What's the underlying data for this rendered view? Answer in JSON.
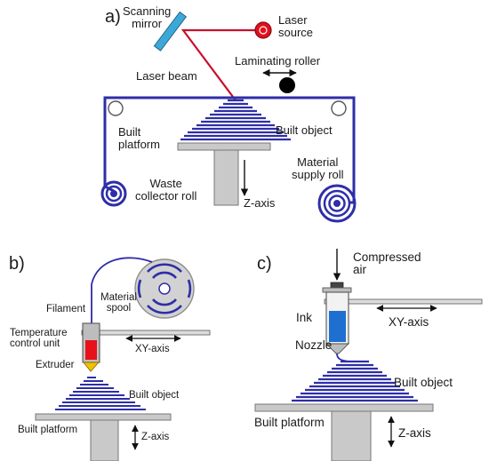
{
  "panel_a": {
    "tag": "a)",
    "scanning_mirror": "Scanning\nmirror",
    "laser_source": "Laser\nsource",
    "laminating_roller": "Laminating roller",
    "laser_beam": "Laser beam",
    "built_platform": "Built\nplatform",
    "built_object": "Built object",
    "material_supply_roll": "Material\nsupply roll",
    "waste_collector_roll": "Waste\ncollector roll",
    "z_axis": "Z-axis"
  },
  "panel_b": {
    "tag": "b)",
    "material_spool": "Material\nspool",
    "filament": "Filament",
    "temperature_control_unit": "Temperature\ncontrol unit",
    "xy_axis": "XY-axis",
    "extruder": "Extruder",
    "built_object": "Built object",
    "built_platform": "Built platform",
    "z_axis": "Z-axis"
  },
  "panel_c": {
    "tag": "c)",
    "compressed_air": "Compressed\nair",
    "ink": "Ink",
    "xy_axis": "XY-axis",
    "nozzle": "Nozzle",
    "built_object": "Built object",
    "built_platform": "Built platform",
    "z_axis": "Z-axis"
  },
  "colors": {
    "material": "#2e2ea8",
    "laser": "#c8102e",
    "mirror": "#3aa9d8",
    "platform": "#c9c9c9",
    "ink": "#1f6fd1",
    "heater": "#e8101a",
    "nozzle_tip": "#f2c200"
  }
}
